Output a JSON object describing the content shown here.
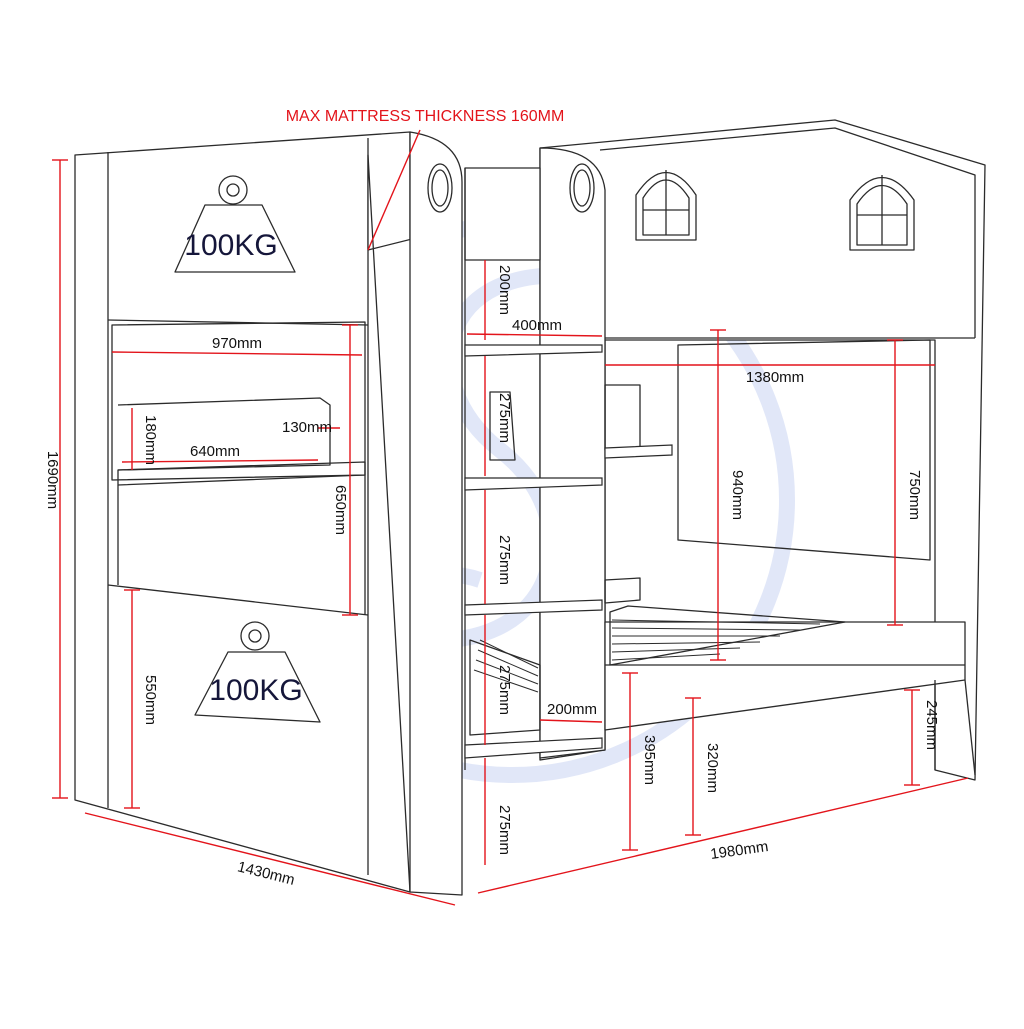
{
  "note": "MAX MATTRESS THICKNESS 160MM",
  "weight_badges": [
    "100KG",
    "100KG"
  ],
  "dimensions": {
    "total_height": "1690mm",
    "depth": "1430mm",
    "length": "1980mm",
    "top_bunk_inner_width": "970mm",
    "shelf_width": "640mm",
    "shelf_height": "180mm",
    "shelf_depth": "130mm",
    "upper_side_height": "650mm",
    "lower_side_height": "550mm",
    "ladder_top_gap": "200mm",
    "ladder_width": "400mm",
    "ladder_step_1": "275mm",
    "ladder_step_2": "275mm",
    "ladder_step_3": "275mm",
    "ladder_step_4": "275mm",
    "step_depth": "200mm",
    "bed_length_inner": "1380mm",
    "top_clearance": "940mm",
    "headboard_height": "750mm",
    "base_height": "395mm",
    "under_bed_clearance": "320mm",
    "foot_clearance": "245mm"
  },
  "colors": {
    "dimension_red": "#e3141b",
    "outline": "#2b2b2b",
    "watermark": "#c8d4f2"
  }
}
